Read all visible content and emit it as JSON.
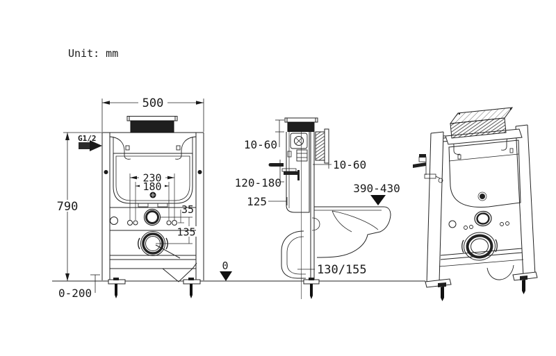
{
  "title": {
    "unit_label": "Unit: mm"
  },
  "colors": {
    "line": "#222222",
    "dark_fill": "#1f1f1f",
    "background": "#ffffff"
  },
  "symbols": {
    "datum_triangle": "▼",
    "flow_arrow": "→"
  },
  "front_view": {
    "name": "front elevation of concealed cistern frame",
    "dims": {
      "frame_width": "500",
      "frame_height": "790",
      "water_inlet_thread": "G1/2",
      "fixing_spacing_outer": "230",
      "fixing_spacing_inner": "180",
      "flush_to_fixing": "35",
      "flush_to_drain": "135",
      "foot_adjust_range": "0-200",
      "floor_datum": "0"
    }
  },
  "side_view": {
    "name": "side elevation with wall-hung pan",
    "dims": {
      "finish_depth_top": "10-60",
      "finish_depth_plate": "10-60",
      "inlet_height_range": "120-180",
      "frame_depth": "125",
      "pan_height_range": "390-430",
      "outlet_height": "130/155"
    }
  },
  "perspective_view": {
    "name": "3D view of installation frame"
  }
}
